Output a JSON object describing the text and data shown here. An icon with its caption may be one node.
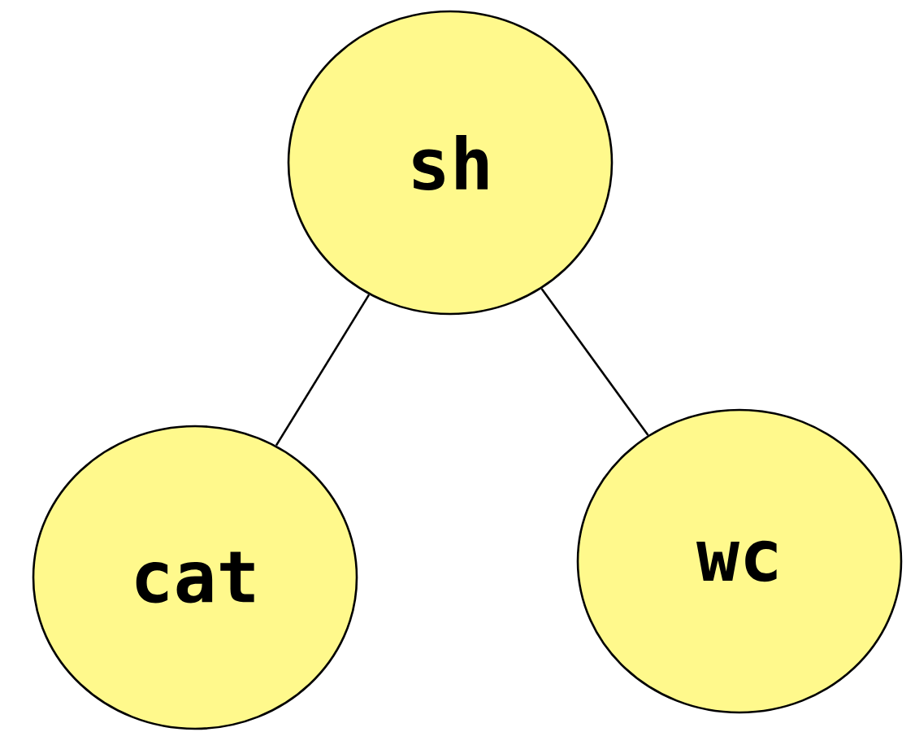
{
  "diagram": {
    "nodes": [
      {
        "text": [
          "sh"
        ]
      },
      {
        "text": [
          "cat"
        ]
      },
      {
        "text": [
          "wc"
        ]
      }
    ],
    "edges": [
      {
        "from": 0,
        "to": 1,
        "arrow": "none"
      },
      {
        "from": 0,
        "to": 2,
        "arrow": "none"
      }
    ]
  }
}
